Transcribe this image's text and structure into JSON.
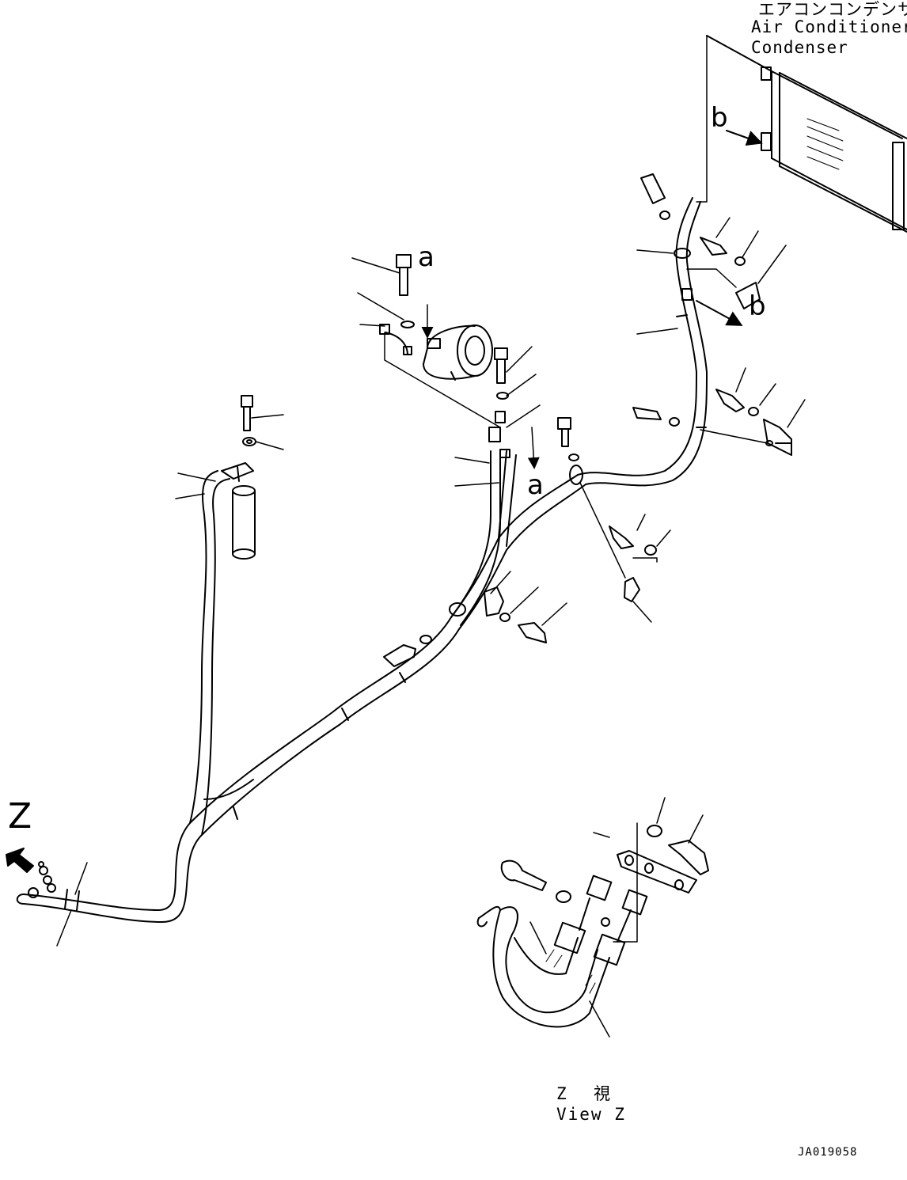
{
  "condenser": {
    "label_jp": "エアコンコンデンサ",
    "label_en_1": "Air Conditioner",
    "label_en_2": "Condenser"
  },
  "markers": {
    "a_top": "a",
    "a_bottom": "a",
    "b_top": "b",
    "b_right": "b",
    "z_marker": "Z"
  },
  "view": {
    "title_jp_1": "Z",
    "title_jp_2": "視",
    "title_en": "View Z"
  },
  "drawing_code": "JA019058",
  "colors": {
    "line": "#000000",
    "background": "#ffffff"
  }
}
